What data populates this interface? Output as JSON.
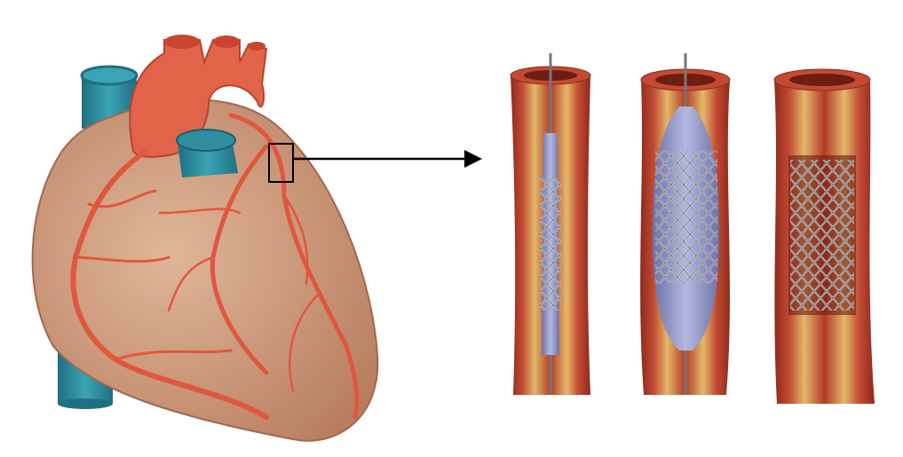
{
  "figure": {
    "panels": [
      "heart",
      "stent-stage-1",
      "stent-stage-2",
      "stent-stage-3"
    ],
    "colors": {
      "heart_muscle": "#cf9a7c",
      "aorta": "#e0634a",
      "vein": "#2f8ea0",
      "artery": "#e0573f",
      "vessel_wall": "#b5412e",
      "plaque": "#e8c36a",
      "balloon": "#8d93c4",
      "stent": "#c9c9d0",
      "arrow": "#000000"
    }
  }
}
